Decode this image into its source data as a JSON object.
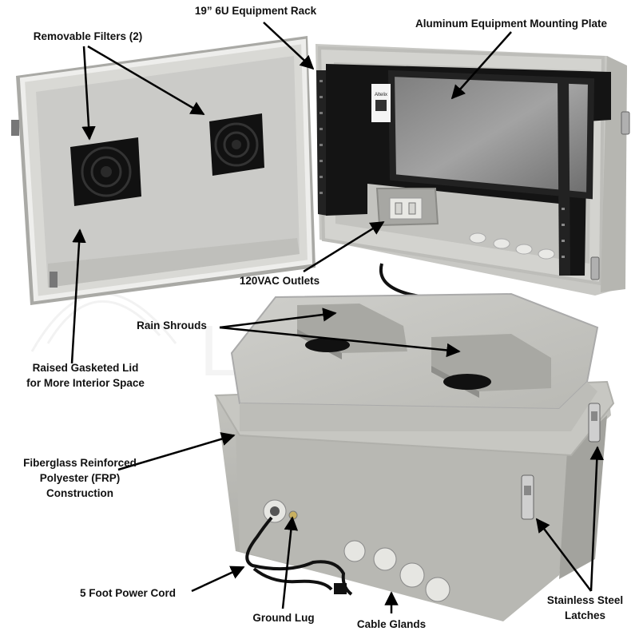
{
  "labels": {
    "rack": "19” 6U Equipment Rack",
    "plate": "Aluminum Equipment Mounting Plate",
    "filters": "Removable Filters (2)",
    "outlets": "120VAC Outlets",
    "shrouds": "Rain Shrouds",
    "lid": [
      "Raised Gasketed Lid",
      "for More Interior Space"
    ],
    "frp": [
      "Fiberglass Reinforced",
      "Polyester (FRP)",
      "Construction"
    ],
    "cord": "5 Foot Power Cord",
    "lug": "Ground Lug",
    "glands": "Cable Glands",
    "latches": [
      "Stainless Steel",
      "Latches"
    ]
  },
  "sticker_text": "Altelix",
  "colors": {
    "enclosure_gray": "#bdbdb8",
    "enclosure_light": "#d2d2cd",
    "interior": "#c9c9c6",
    "rack_black": "#1a1a1a",
    "label_text": "#111111"
  }
}
